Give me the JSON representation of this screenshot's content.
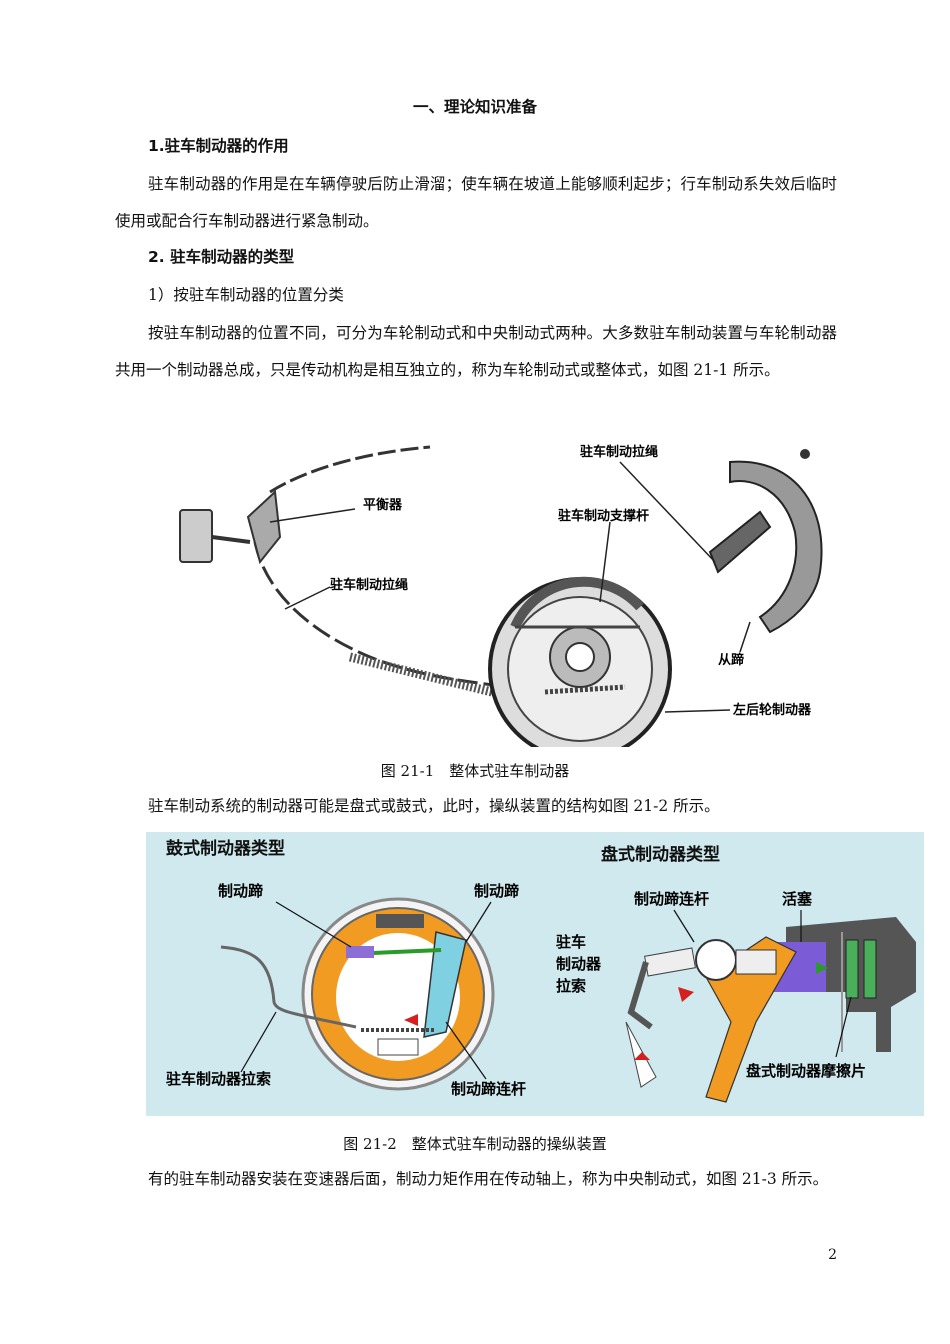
{
  "section_title": "一、理论知识准备",
  "h1": "1.驻车制动器的作用",
  "p1": "驻车制动器的作用是在车辆停驶后防止滑溜；使车辆在坡道上能够顺利起步；行车制动系失效后临时使用或配合行车制动器进行紧急制动。",
  "h2": "2. 驻车制动器的类型",
  "h3": "1）按驻车制动器的位置分类",
  "p2": "按驻车制动器的位置不同，可分为车轮制动式和中央制动式两种。大多数驻车制动装置与车轮制动器共用一个制动器总成，只是传动机构是相互独立的，称为车轮制动式或整体式，如图 21-1 所示。",
  "fig1": {
    "labels": {
      "balancer": "平衡器",
      "cable_left": "驻车制动拉绳",
      "cable_right": "驻车制动拉绳",
      "strut": "驻车制动支撑杆",
      "secondary_shoe": "从蹄",
      "left_rear_brake": "左后轮制动器"
    },
    "caption": "图 21-1　整体式驻车制动器"
  },
  "p3": "驻车制动系统的制动器可能是盘式或鼓式，此时，操纵装置的结构如图 21-2 所示。",
  "fig2": {
    "drum_title": "鼓式制动器类型",
    "disc_title": "盘式制动器类型",
    "drum_labels": {
      "shoe_left": "制动蹄",
      "shoe_right": "制动蹄",
      "cable": "驻车制动器拉索",
      "lever": "制动蹄连杆"
    },
    "disc_labels": {
      "lever": "制动蹄连杆",
      "piston": "活塞",
      "cable": "驻车\n制动器\n拉索",
      "pad": "盘式制动器摩擦片"
    },
    "caption": "图 21-2　整体式驻车制动器的操纵装置"
  },
  "p4": "有的驻车制动器安装在变速器后面，制动力矩作用在传动轴上，称为中央制动式，如图 21-3 所示。",
  "page_number": "2"
}
